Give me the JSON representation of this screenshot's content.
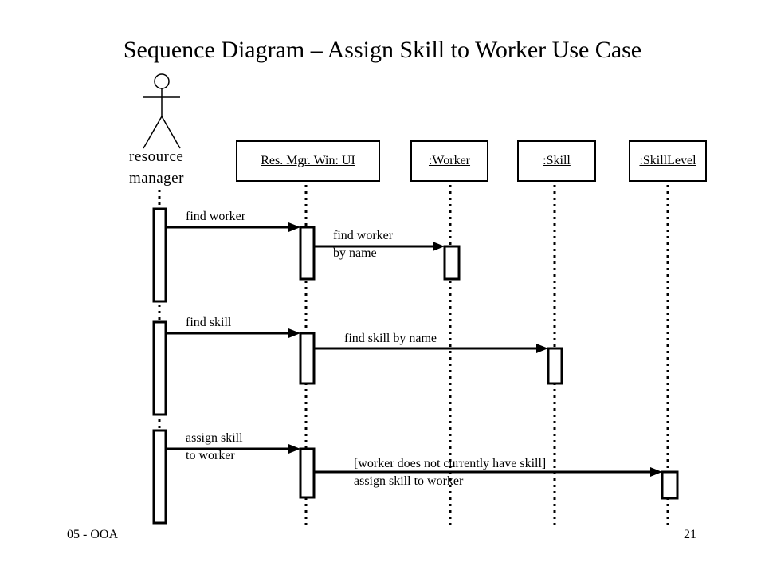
{
  "title": "Sequence Diagram – Assign Skill to Worker Use Case",
  "actor": {
    "label_line1": "resource",
    "label_line2": "manager"
  },
  "objects": [
    {
      "id": "ui",
      "label": "Res. Mgr. Win: UI"
    },
    {
      "id": "worker",
      "label": ":Worker"
    },
    {
      "id": "skill",
      "label": ":Skill"
    },
    {
      "id": "skilllevel",
      "label": ":SkillLevel"
    }
  ],
  "messages": {
    "m1": {
      "line1": "find worker",
      "line2": ""
    },
    "m2": {
      "line1": "find worker",
      "line2": "by name"
    },
    "m3": {
      "line1": "find skill",
      "line2": ""
    },
    "m4": {
      "line1": "find skill by name",
      "line2": ""
    },
    "m5": {
      "line1": "assign skill",
      "line2": "to worker"
    },
    "m6": {
      "line1": "[worker does not currently have skill]",
      "line2": "assign skill to worker"
    }
  },
  "footer": {
    "left": "05 - OOA",
    "right": "21"
  }
}
